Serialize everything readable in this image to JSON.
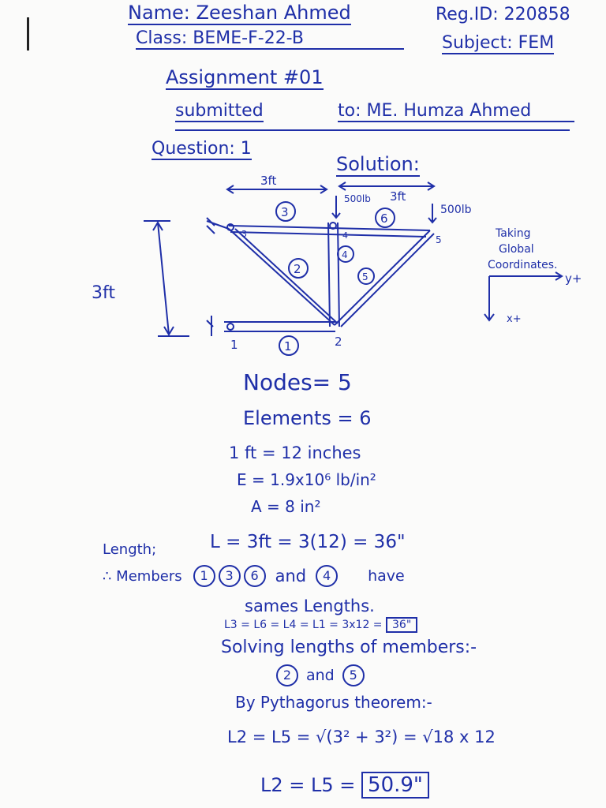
{
  "header": {
    "name": "Name: Zeeshan Ahmed",
    "reg_id": "Reg.ID: 220858",
    "class": "Class: BEME-F-22-B",
    "subject": "Subject: FEM",
    "assignment": "Assignment #01",
    "submitted_label": "submitted",
    "submitted_to": "to: ME. Humza Ahmed"
  },
  "question": {
    "label": "Question: 1",
    "solution": "Solution:"
  },
  "diagram": {
    "dim_top_left": "3ft",
    "dim_top_right": "3ft",
    "dim_left": "3ft",
    "load_1": "500lb",
    "load_2": "500lb",
    "node_labels": [
      "1",
      "2",
      "3",
      "4",
      "5"
    ],
    "element_labels": [
      "1",
      "2",
      "3",
      "4",
      "5",
      "6"
    ],
    "coords_note": [
      "Taking",
      "Global",
      "Coordinates."
    ],
    "axis_y": "y+",
    "axis_x": "x+"
  },
  "work": {
    "nodes": "Nodes= 5",
    "elements": "Elements = 6",
    "conv": "1 ft = 12 inches",
    "E": "E = 1.9x10⁶ lb/in²",
    "A": "A = 8 in²",
    "length_label": "Length;",
    "length_eq": "L = 3ft = 3(12) = 36\"",
    "members_label": "∴ Members",
    "members_1": "1",
    "members_3": "3",
    "members_6": "6",
    "members_4": "4",
    "members_and": "and",
    "members_have": "have",
    "same_lengths": "sames Lengths.",
    "l_eq_lhs": "L3 = L6 = L4 = L1 = 3x12 =",
    "l_eq_box": "36\"",
    "solving": "Solving lengths of members:-",
    "solve_2": "2",
    "solve_and": "and",
    "solve_5": "5",
    "pyth": "By Pythagorus theorem:-",
    "l2_eq": "L2 = L5 = √(3² + 3²) = √18 x 12",
    "l2_final_lhs": "L2 = L5 =",
    "l2_final_box": "50.9\""
  }
}
